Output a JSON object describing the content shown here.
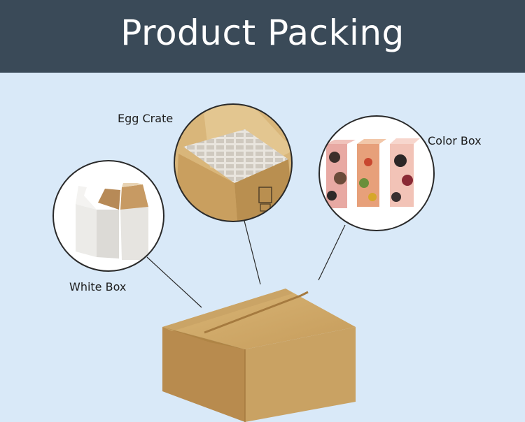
{
  "header": {
    "title": "Product Packing"
  },
  "callouts": {
    "egg_crate": "Egg Crate",
    "color_box": "Color Box",
    "white_box": "White Box"
  },
  "colors": {
    "header_bg": "#3a4a58",
    "page_bg": "#d9e9f8",
    "kraft": "#c9a263"
  }
}
